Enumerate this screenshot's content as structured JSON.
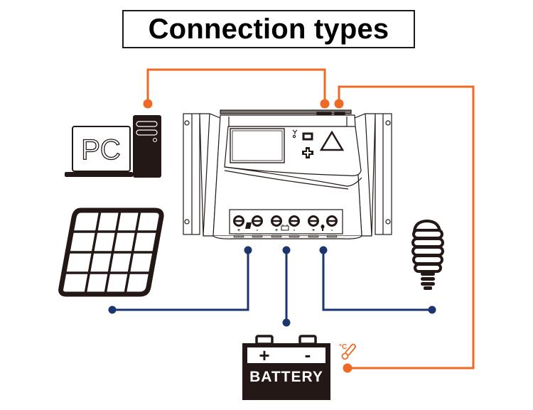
{
  "title": "Connection types",
  "colors": {
    "orange_wire": "#ee6a24",
    "navy_wire": "#1b356f",
    "outline": "#231815",
    "background": "#ffffff"
  },
  "devices": {
    "pc": {
      "label": "PC",
      "icon": "pc-icon"
    },
    "solar_panel": {
      "icon": "solar-panel-icon"
    },
    "controller": {
      "icon": "solar-charge-controller-icon"
    },
    "lamp": {
      "icon": "light-bulb-icon"
    },
    "battery": {
      "label": "BATTERY",
      "plus": "+",
      "minus": "-",
      "icon": "battery-icon"
    },
    "temp_sensor": {
      "label": "°C",
      "icon": "thermometer-icon"
    }
  },
  "terminals": {
    "solar": {
      "plus": "+",
      "minus": "-"
    },
    "battery": {
      "plus": "+",
      "minus": "-"
    },
    "load": {
      "plus": "+",
      "minus": "-"
    }
  },
  "connections": [
    {
      "from": "pc",
      "to": "controller-comm-port",
      "type": "communication"
    },
    {
      "from": "temp_sensor",
      "to": "controller-temp-port",
      "type": "sensor"
    },
    {
      "from": "solar_panel",
      "to": "controller-solar-terminals",
      "type": "power"
    },
    {
      "from": "battery",
      "to": "controller-battery-terminals",
      "type": "power"
    },
    {
      "from": "lamp",
      "to": "controller-load-terminals",
      "type": "power"
    }
  ]
}
